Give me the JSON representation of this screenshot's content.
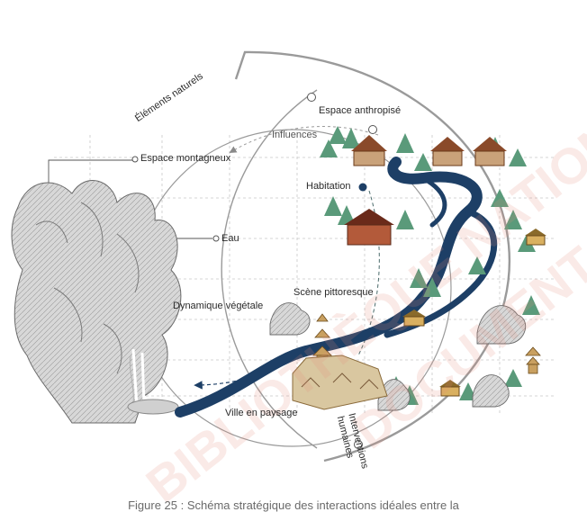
{
  "labels": {
    "elements_naturels": "Éléments naturels",
    "espace_anthropise": "Espace anthropisé",
    "influences": "Influences",
    "espace_montagneux": "Espace montagneux",
    "habitation": "Habitation",
    "eau": "Eau",
    "scene_pittoresque": "Scène pittoresque",
    "dynamique_vegetale": "Dynamique végétale",
    "ville_en_paysage": "Ville en paysage",
    "interventions_humaines": "Interventions humaines"
  },
  "caption": "Figure 25 : Schéma stratégique des interactions idéales entre la",
  "watermark": [
    "BIBLIOTHÈQUE NATIONALE",
    "DOCUMENT ENSEIGNEMENT"
  ],
  "colors": {
    "river": "#1d3f66",
    "ring": "#9a9a9a",
    "grid": "#c8c8c8",
    "tree": "#5a9a7a",
    "roof": "#8a4a2a",
    "watermark": "#e88c78"
  }
}
